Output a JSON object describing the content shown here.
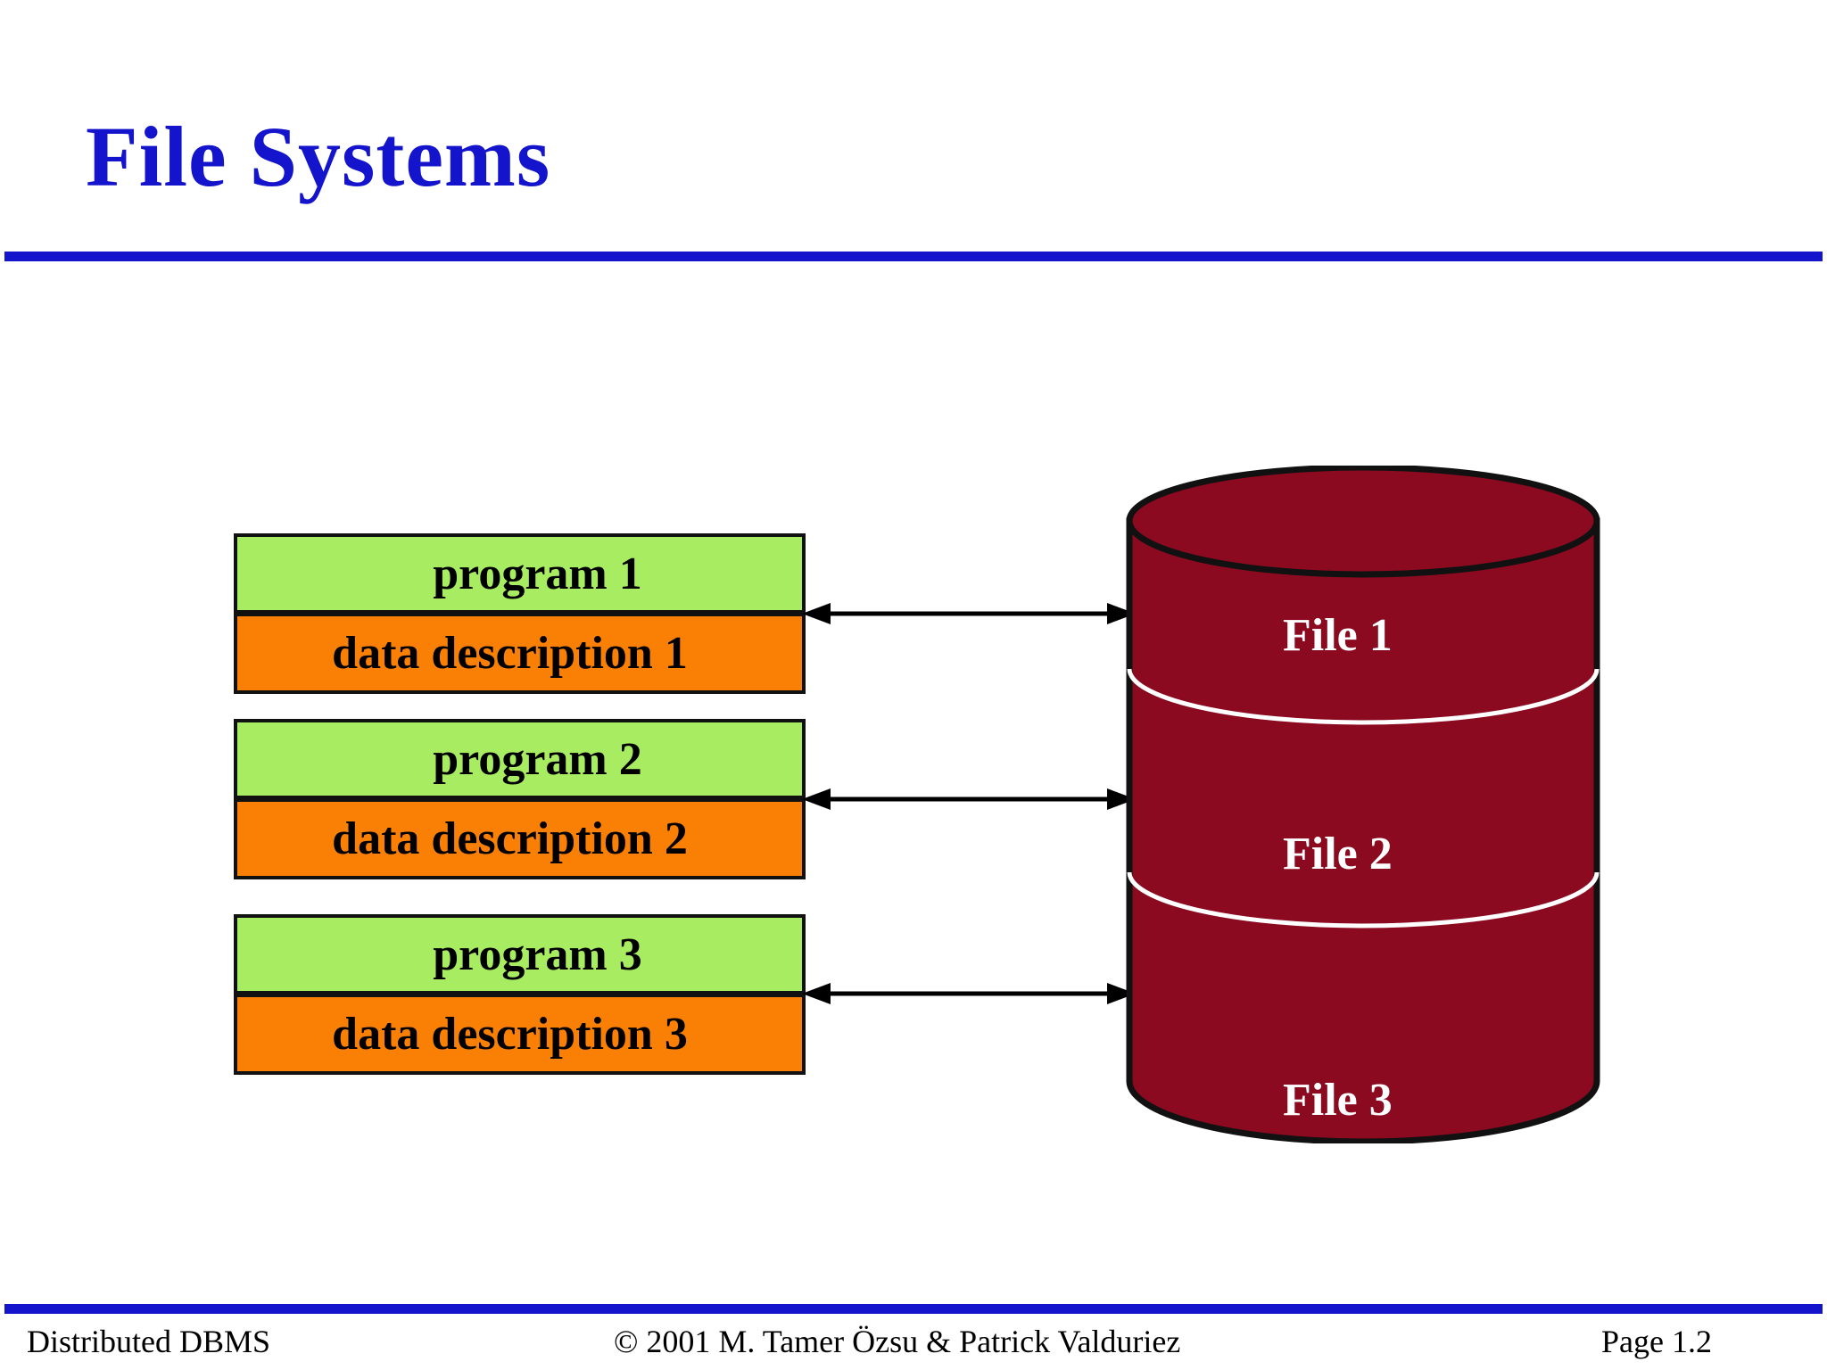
{
  "slide": {
    "title": "File Systems",
    "accent_color": "#1414CC",
    "background_color": "#FFFFFF"
  },
  "diagram": {
    "program_blocks": [
      {
        "program": "program 1",
        "data_description": "data description 1"
      },
      {
        "program": "program 2",
        "data_description": "data description 2"
      },
      {
        "program": "program 3",
        "data_description": "data description 3"
      }
    ],
    "program_block_color": "#A8EC62",
    "data_block_color": "#FA8005",
    "storage": {
      "shape": "cylinder",
      "color": "#8B0A20",
      "label_color": "#FFFFFF",
      "files": [
        "File 1",
        "File 2",
        "File 3"
      ]
    },
    "connectors": [
      {
        "type": "double-headed-arrow",
        "from": "program 1",
        "to": "File 1"
      },
      {
        "type": "double-headed-arrow",
        "from": "program 2",
        "to": "File 2"
      },
      {
        "type": "double-headed-arrow",
        "from": "program 3",
        "to": "File 3"
      }
    ]
  },
  "footer": {
    "left": "Distributed DBMS",
    "center": "© 2001 M. Tamer Özsu & Patrick Valduriez",
    "right": "Page 1.2"
  }
}
